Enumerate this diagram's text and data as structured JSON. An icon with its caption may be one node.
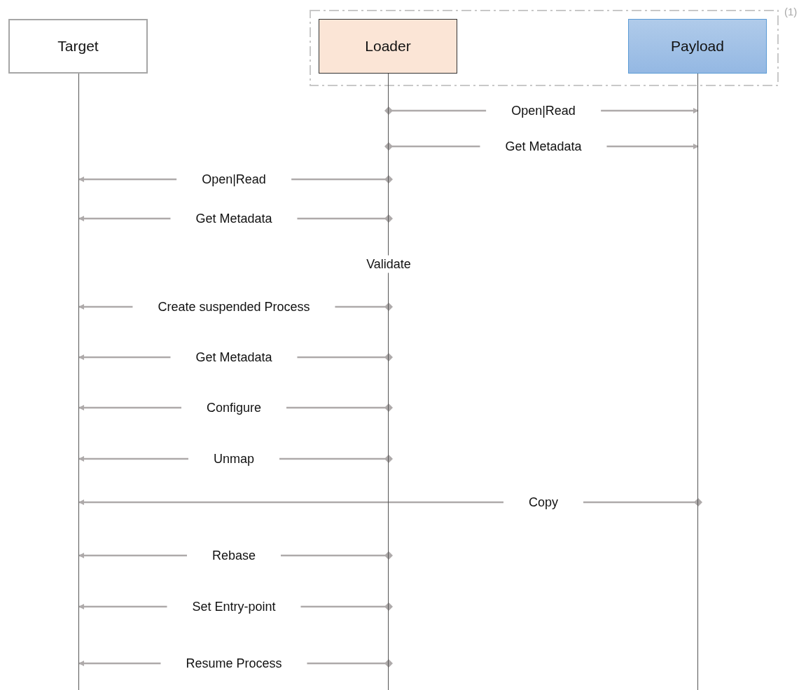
{
  "diagram": {
    "nodes": [
      {
        "text": [
          "Target"
        ]
      },
      {
        "text": [],
        "shape": "box",
        "beside": [
          "(1)"
        ]
      },
      {
        "text": [
          "Loader"
        ],
        "in": 1
      },
      {
        "text": [
          "Payload"
        ],
        "in": 1
      },
      {
        "text": [],
        "shape": "bar"
      },
      {
        "text": [],
        "shape": "bar"
      },
      {
        "text": [],
        "shape": "bar"
      }
    ],
    "edges": [
      {
        "from": 5,
        "to": 6,
        "arrow": "to",
        "label": "Open|Read"
      },
      {
        "from": 5,
        "to": 6,
        "arrow": "to",
        "label": "Get Metadata"
      },
      {
        "from": 5,
        "to": 4,
        "arrow": "to",
        "label": "Open|Read"
      },
      {
        "from": 5,
        "to": 4,
        "arrow": "to",
        "label": "Get Metadata"
      },
      {
        "from": 5,
        "to": 4,
        "arrow": "to",
        "label": "Create suspended Process"
      },
      {
        "from": 5,
        "to": 4,
        "arrow": "to",
        "label": "Get Metadata"
      },
      {
        "from": 5,
        "to": 4,
        "arrow": "to",
        "label": "Configure"
      },
      {
        "from": 5,
        "to": 4,
        "arrow": "to",
        "label": "Unmap"
      },
      {
        "from": 6,
        "to": 4,
        "arrow": "to",
        "label": "Copy"
      },
      {
        "from": 5,
        "to": 4,
        "arrow": "to",
        "label": "Rebase"
      },
      {
        "from": 5,
        "to": 4,
        "arrow": "to",
        "label": "Set Entry-point"
      },
      {
        "from": 5,
        "to": 4,
        "arrow": "to",
        "label": "Resume Process"
      }
    ],
    "labels": [
      "Validate"
    ]
  }
}
